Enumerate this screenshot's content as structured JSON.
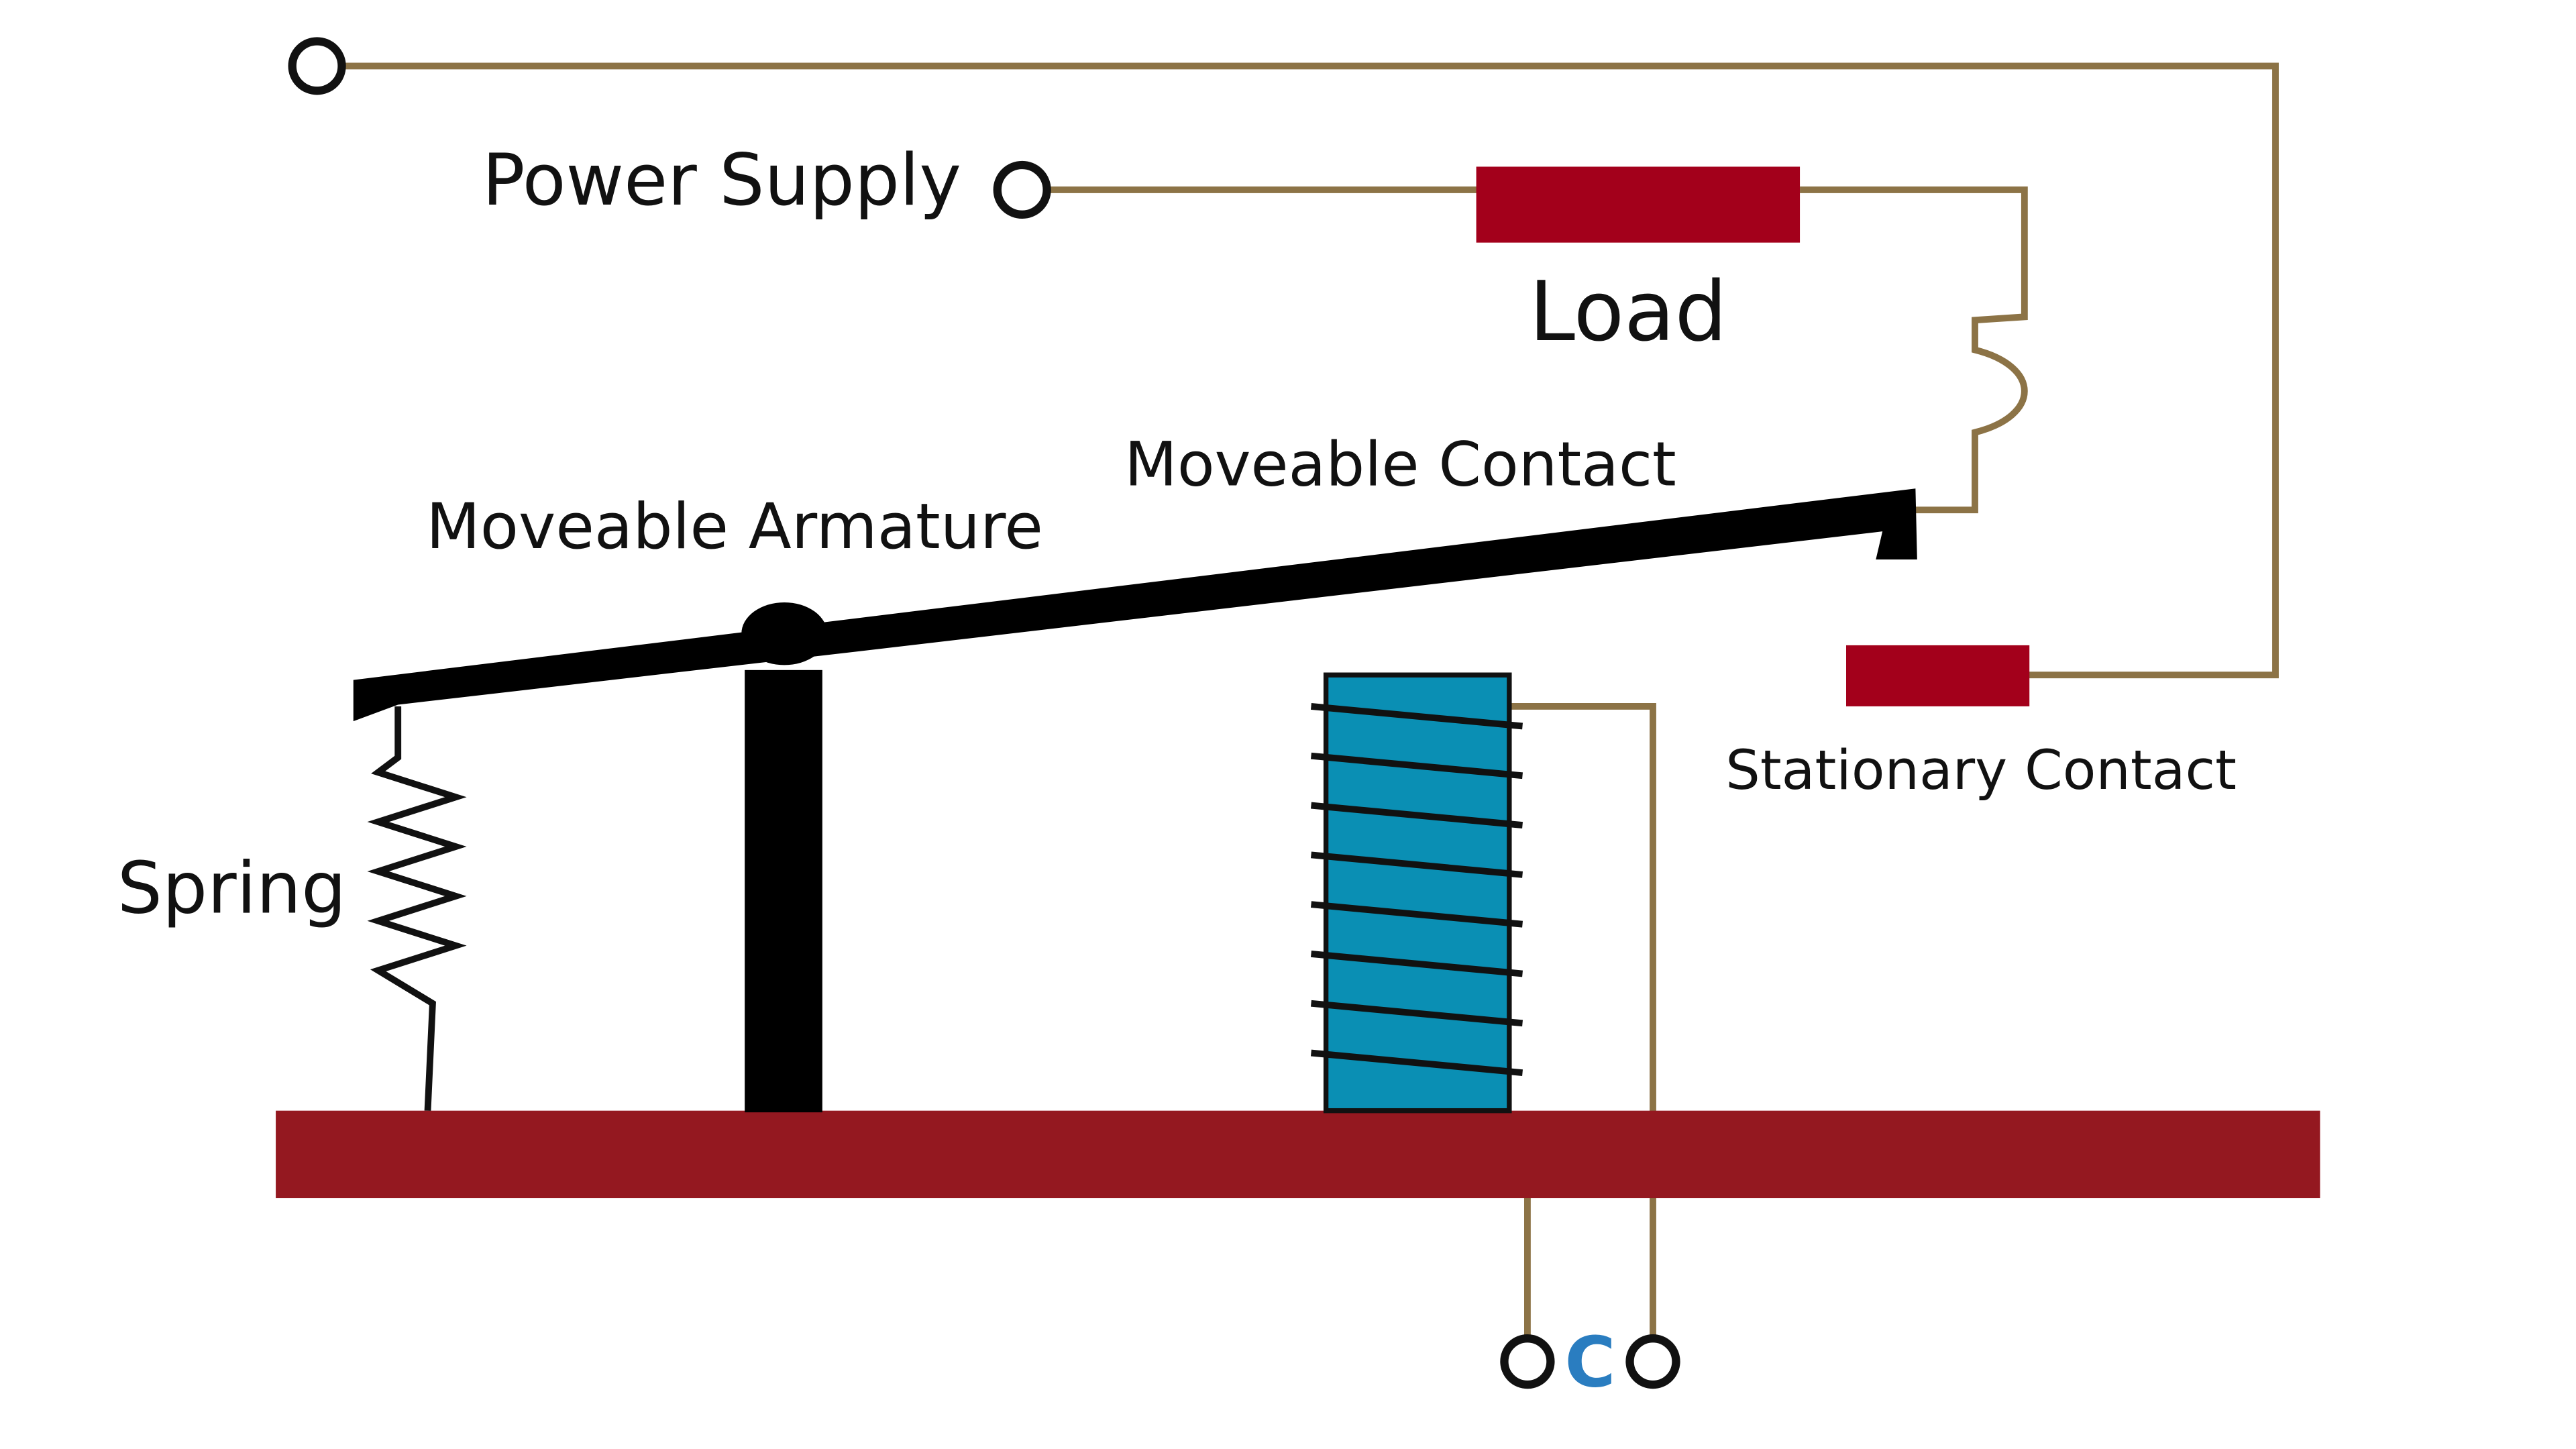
{
  "labels": {
    "power_supply": "Power Supply",
    "load": "Load",
    "moveable_contact": "Moveable Contact",
    "moveable_armature": "Moveable Armature",
    "stationary_contact": "Stationary Contact",
    "spring": "Spring",
    "coil_terminal": "C"
  },
  "colors": {
    "wire": "#8c7346",
    "load_block": "#a3001b",
    "base": "#941820",
    "coil": "#0a8fb4",
    "coil_terminal_label": "#2a7dc0",
    "armature": "#000000",
    "text": "#111111"
  }
}
